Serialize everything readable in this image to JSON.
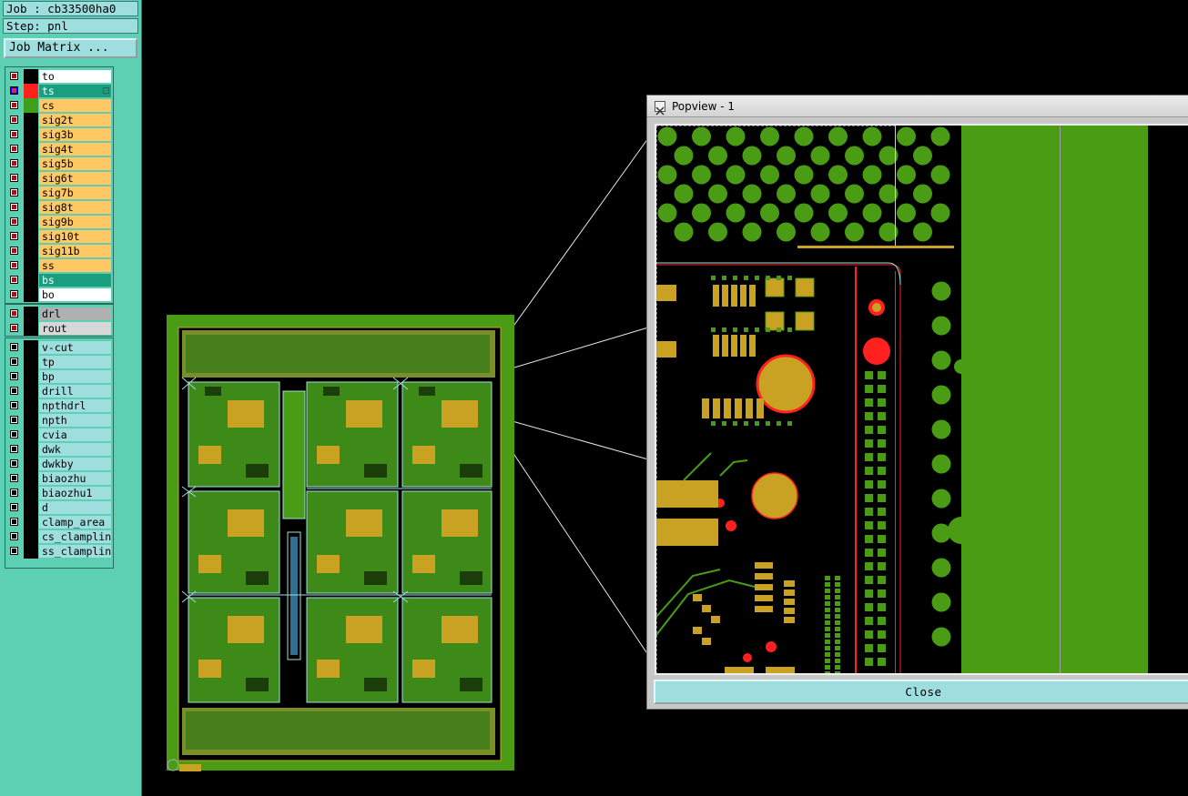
{
  "job_label": "Job : cb33500ha0",
  "step_label": "Step: pnl",
  "job_matrix_button": "Job Matrix ...",
  "colors": {
    "yellow": "#ffc864",
    "teal": "#1a9e80",
    "white": "#ffffff",
    "gray": "#b0b0b0",
    "lightgray": "#d8d8d8",
    "cyan": "#9fdede",
    "board_green": "#4a9c14",
    "copper": "#c9a224",
    "pad_red": "#ff0000"
  },
  "board_layers": [
    {
      "name": "to",
      "cb": "red",
      "swatch": "#000000",
      "bg": "white"
    },
    {
      "name": "ts",
      "cb": "blue",
      "swatch": "#ff2020",
      "bg": "teal",
      "selected": true
    },
    {
      "name": "cs",
      "cb": "red",
      "swatch": "#3da018",
      "bg": "yellow"
    },
    {
      "name": "sig2t",
      "cb": "red",
      "swatch": "#000000",
      "bg": "yellow"
    },
    {
      "name": "sig3b",
      "cb": "red",
      "swatch": "#000000",
      "bg": "yellow"
    },
    {
      "name": "sig4t",
      "cb": "red",
      "swatch": "#000000",
      "bg": "yellow"
    },
    {
      "name": "sig5b",
      "cb": "red",
      "swatch": "#000000",
      "bg": "yellow"
    },
    {
      "name": "sig6t",
      "cb": "red",
      "swatch": "#000000",
      "bg": "yellow"
    },
    {
      "name": "sig7b",
      "cb": "red",
      "swatch": "#000000",
      "bg": "yellow"
    },
    {
      "name": "sig8t",
      "cb": "red",
      "swatch": "#000000",
      "bg": "yellow"
    },
    {
      "name": "sig9b",
      "cb": "red",
      "swatch": "#000000",
      "bg": "yellow"
    },
    {
      "name": "sig10t",
      "cb": "red",
      "swatch": "#000000",
      "bg": "yellow"
    },
    {
      "name": "sig11b",
      "cb": "red",
      "swatch": "#000000",
      "bg": "yellow"
    },
    {
      "name": "ss",
      "cb": "red",
      "swatch": "#000000",
      "bg": "yellow"
    },
    {
      "name": "bs",
      "cb": "red",
      "swatch": "#000000",
      "bg": "teal"
    },
    {
      "name": "bo",
      "cb": "red",
      "swatch": "#000000",
      "bg": "white"
    }
  ],
  "drill_layers": [
    {
      "name": "drl",
      "cb": "red",
      "swatch": "#000000",
      "bg": "gray"
    },
    {
      "name": "rout",
      "cb": "red",
      "swatch": "#000000",
      "bg": "lightgray"
    }
  ],
  "misc_layers": [
    {
      "name": "v-cut",
      "cb": "black",
      "swatch": "#000000",
      "bg": "cyan"
    },
    {
      "name": "tp",
      "cb": "black",
      "swatch": "#000000",
      "bg": "cyan"
    },
    {
      "name": "bp",
      "cb": "black",
      "swatch": "#000000",
      "bg": "cyan"
    },
    {
      "name": "drill",
      "cb": "black",
      "swatch": "#000000",
      "bg": "cyan"
    },
    {
      "name": "npthdrl",
      "cb": "black",
      "swatch": "#000000",
      "bg": "cyan"
    },
    {
      "name": "npth",
      "cb": "black",
      "swatch": "#000000",
      "bg": "cyan"
    },
    {
      "name": "cvia",
      "cb": "black",
      "swatch": "#000000",
      "bg": "cyan"
    },
    {
      "name": "dwk",
      "cb": "black",
      "swatch": "#000000",
      "bg": "cyan"
    },
    {
      "name": "dwkby",
      "cb": "black",
      "swatch": "#000000",
      "bg": "cyan"
    },
    {
      "name": "biaozhu",
      "cb": "black",
      "swatch": "#000000",
      "bg": "cyan"
    },
    {
      "name": "biaozhu1",
      "cb": "black",
      "swatch": "#000000",
      "bg": "cyan"
    },
    {
      "name": "d",
      "cb": "black",
      "swatch": "#000000",
      "bg": "cyan"
    },
    {
      "name": "clamp_area",
      "cb": "black",
      "swatch": "#000000",
      "bg": "cyan"
    },
    {
      "name": "cs_clampline",
      "cb": "black",
      "swatch": "#000000",
      "bg": "cyan"
    },
    {
      "name": "ss_clampline",
      "cb": "black",
      "swatch": "#000000",
      "bg": "cyan"
    }
  ],
  "popview": {
    "title": "Popview - 1",
    "close_label": "Close",
    "app_icon": "x-window-icon"
  }
}
